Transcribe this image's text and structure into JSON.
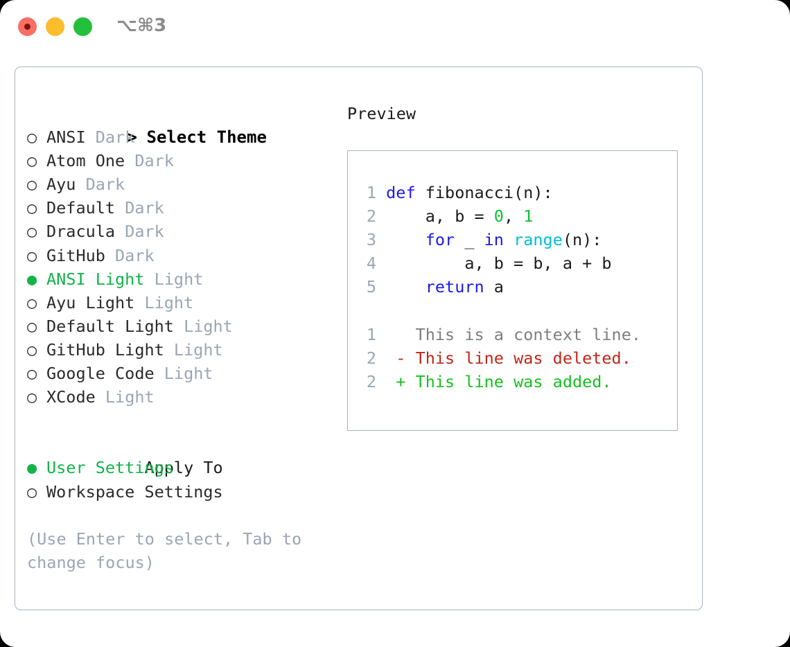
{
  "window": {
    "shortcut": "⌥⌘3",
    "traffic_lights": [
      {
        "name": "close-button",
        "color": "#fa6e64"
      },
      {
        "name": "minimize-button",
        "color": "#fbbd2e"
      },
      {
        "name": "maximize-button",
        "color": "#23c03c"
      }
    ]
  },
  "theme_list": {
    "header_marker": ">",
    "header_label": "Select Theme",
    "selected_marker": "●",
    "unselected_marker": "○",
    "items": [
      {
        "marker": "○",
        "label": "ANSI",
        "suffix": "Dark",
        "selected": false
      },
      {
        "marker": "○",
        "label": "Atom One",
        "suffix": "Dark",
        "selected": false
      },
      {
        "marker": "○",
        "label": "Ayu",
        "suffix": "Dark",
        "selected": false
      },
      {
        "marker": "○",
        "label": "Default",
        "suffix": "Dark",
        "selected": false
      },
      {
        "marker": "○",
        "label": "Dracula",
        "suffix": "Dark",
        "selected": false
      },
      {
        "marker": "○",
        "label": "GitHub",
        "suffix": "Dark",
        "selected": false
      },
      {
        "marker": "●",
        "label": "ANSI Light",
        "suffix": "Light",
        "selected": true
      },
      {
        "marker": "○",
        "label": "Ayu Light",
        "suffix": "Light",
        "selected": false
      },
      {
        "marker": "○",
        "label": "Default Light",
        "suffix": "Light",
        "selected": false
      },
      {
        "marker": "○",
        "label": "GitHub Light",
        "suffix": "Light",
        "selected": false
      },
      {
        "marker": "○",
        "label": "Google Code",
        "suffix": "Light",
        "selected": false
      },
      {
        "marker": "○",
        "label": "XCode",
        "suffix": "Light",
        "selected": false
      }
    ]
  },
  "apply_to": {
    "title": "Apply To",
    "items": [
      {
        "marker": "●",
        "label": "User Settings",
        "selected": true
      },
      {
        "marker": "○",
        "label": "Workspace Settings",
        "selected": false
      }
    ]
  },
  "hint": "(Use Enter to select, Tab to change focus)",
  "preview": {
    "title": "Preview",
    "code_lines": [
      {
        "no": "1",
        "tokens": [
          {
            "t": "def",
            "c": "kw"
          },
          {
            "t": " fibonacci(n):",
            "c": "txt"
          }
        ]
      },
      {
        "no": "2",
        "tokens": [
          {
            "t": "    a, b = ",
            "c": "txt"
          },
          {
            "t": "0",
            "c": "num"
          },
          {
            "t": ", ",
            "c": "txt"
          },
          {
            "t": "1",
            "c": "num"
          }
        ]
      },
      {
        "no": "3",
        "tokens": [
          {
            "t": "    ",
            "c": "txt"
          },
          {
            "t": "for",
            "c": "kw"
          },
          {
            "t": " _ ",
            "c": "txt"
          },
          {
            "t": "in",
            "c": "kw"
          },
          {
            "t": " ",
            "c": "txt"
          },
          {
            "t": "range",
            "c": "fn"
          },
          {
            "t": "(n):",
            "c": "txt"
          }
        ]
      },
      {
        "no": "4",
        "tokens": [
          {
            "t": "        a, b = b, a + b",
            "c": "txt"
          }
        ]
      },
      {
        "no": "5",
        "tokens": [
          {
            "t": "    ",
            "c": "txt"
          },
          {
            "t": "return",
            "c": "kw"
          },
          {
            "t": " a",
            "c": "txt"
          }
        ]
      }
    ],
    "diff_lines": [
      {
        "no": "1",
        "sign": "  ",
        "text": "This is a context line.",
        "kind": "ctx"
      },
      {
        "no": "2",
        "sign": "- ",
        "text": "This line was deleted.",
        "kind": "del"
      },
      {
        "no": "2",
        "sign": "+ ",
        "text": "This line was added.",
        "kind": "add"
      }
    ]
  },
  "colors": {
    "accent_green": "#12b34a",
    "muted": "#9aa5b5",
    "border": "#a9b3c1",
    "keyword": "#1a1aee",
    "function": "#00bdd6",
    "number": "#12c233",
    "diff_delete": "#c02718",
    "diff_add": "#16c020"
  }
}
